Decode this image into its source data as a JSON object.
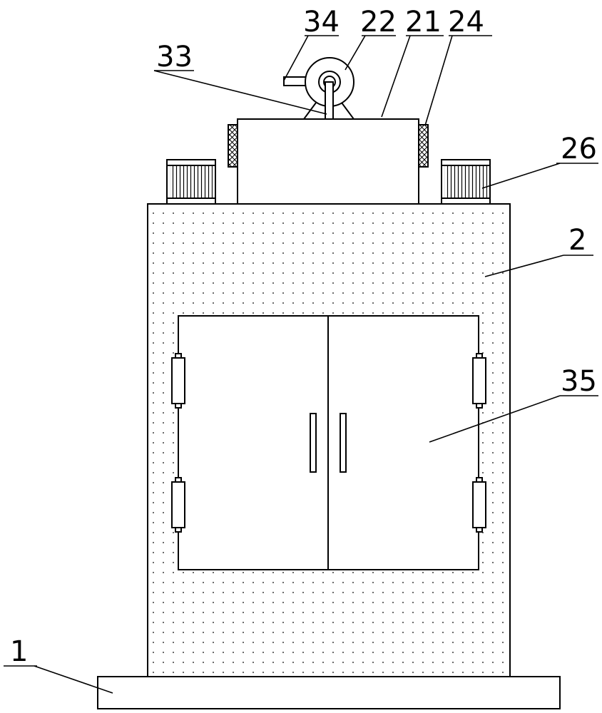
{
  "labels": {
    "l34": "34",
    "l22": "22",
    "l21": "21",
    "l24": "24",
    "l33": "33",
    "l26": "26",
    "l2": "2",
    "l35": "35",
    "l1": "1"
  }
}
